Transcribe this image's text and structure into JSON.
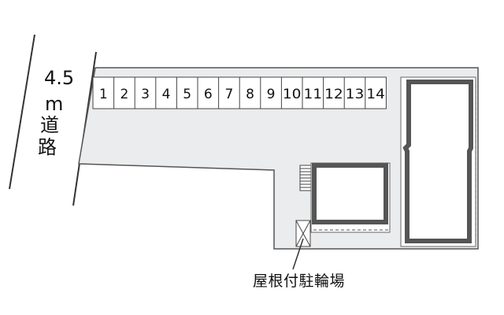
{
  "road": {
    "width_value": "4.5",
    "width_unit": "m",
    "label_char1": "道",
    "label_char2": "路"
  },
  "parking": {
    "slots": [
      "1",
      "2",
      "3",
      "4",
      "5",
      "6",
      "7",
      "8",
      "9",
      "10",
      "11",
      "12",
      "13",
      "14"
    ]
  },
  "caption": "屋根付駐輪場",
  "colors": {
    "lot_fill": "#ebeced",
    "building_dark": "#555555",
    "line": "#333333"
  }
}
